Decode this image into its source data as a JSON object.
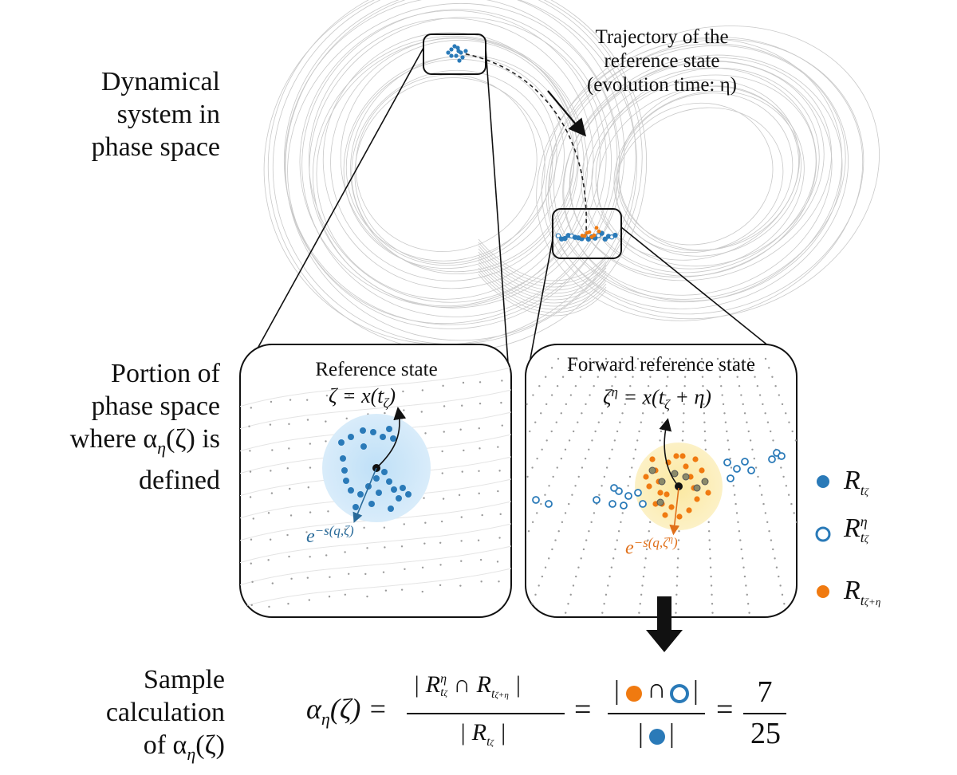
{
  "rows": {
    "dynamical": [
      "Dynamical",
      "system in",
      "phase space"
    ],
    "portion": [
      "Portion of",
      "phase space",
      "where α",
      "(ζ) is",
      "defined"
    ],
    "portion_sub": "η",
    "sample": [
      "Sample",
      "calculation",
      "of α",
      "(ζ)"
    ],
    "sample_sub": "η"
  },
  "trajectory_label": [
    "Trajectory of the",
    "reference state",
    "(evolution time: η)"
  ],
  "left_panel": {
    "title": "Reference state",
    "equation": "ζ = x(t",
    "equation_sub": "ζ",
    "equation_end": ")",
    "radius_label": "e",
    "radius_exp": "−s(q,ζ)"
  },
  "right_panel": {
    "title": "Forward reference state",
    "equation_lhs": "ζ",
    "equation_sup": "η",
    "equation_mid": " = x(t",
    "equation_sub": "ζ",
    "equation_end": " + η)",
    "radius_label": "e",
    "radius_exp": "−s(q,ζ",
    "radius_exp_sup": "η",
    "radius_exp_end": ")"
  },
  "legend": [
    {
      "symbol": "R",
      "sub": "t",
      "subsub": "ζ",
      "sup": "",
      "kind": "blue-filled"
    },
    {
      "symbol": "R",
      "sub": "t",
      "subsub": "ζ",
      "sup": "η",
      "kind": "blue-open"
    },
    {
      "symbol": "R",
      "sub": "t",
      "subsub": "ζ+η",
      "sup": "",
      "kind": "orange-filled"
    }
  ],
  "formula": {
    "lhs": "α",
    "lhs_sub": "η",
    "lhs_arg": "(ζ) =",
    "num_a": "| R",
    "num_sup": "η",
    "num_sub": "t",
    "num_subsub": "ζ",
    "num_cap": " ∩ R",
    "num_sub2": "t",
    "num_subsub2": "ζ+η",
    "num_end": " |",
    "den_a": "| R",
    "den_sub": "t",
    "den_subsub": "ζ",
    "den_end": " |",
    "eq": "=",
    "sym_num_l": "|",
    "sym_num_cap": "∩",
    "sym_num_r": "|",
    "sym_den_l": "|",
    "sym_den_r": "|",
    "eq2": "=",
    "result_num": "7",
    "result_den": "25"
  },
  "colors": {
    "blue": "#2a7ab8",
    "orange": "#f07a10",
    "light_blue": "#cfe6f7",
    "light_yellow": "#fbeeb8",
    "grey": "#b8b8b8"
  }
}
